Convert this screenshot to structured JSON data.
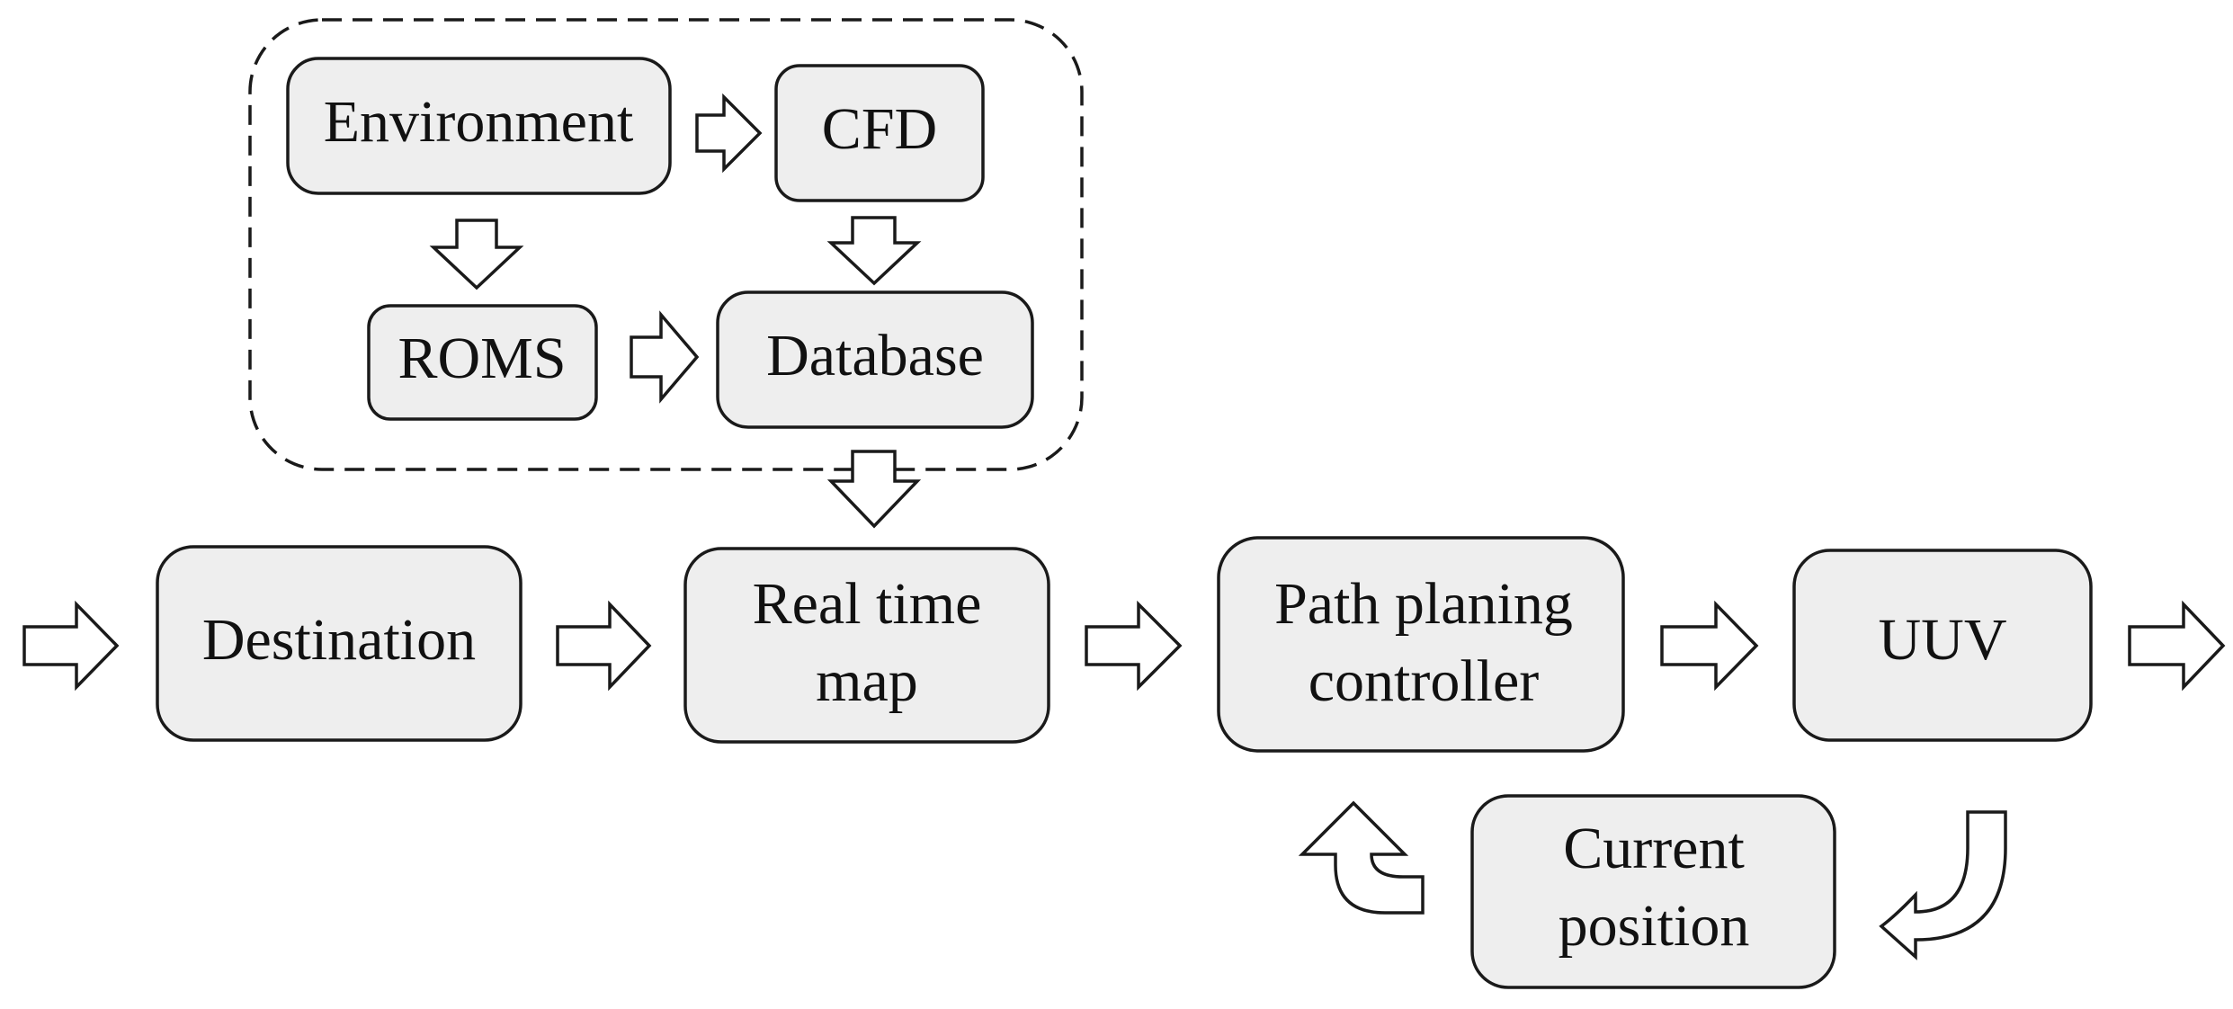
{
  "diagram": {
    "group": {
      "environment": "Environment",
      "cfd": "CFD",
      "roms": "ROMS",
      "database": "Database"
    },
    "flow": {
      "destination": "Destination",
      "real_time_map": [
        "Real time",
        "map"
      ],
      "path_planning_controller": [
        "Path planing",
        "controller"
      ],
      "uuv": "UUV",
      "current_position": [
        "Current",
        "position"
      ]
    }
  }
}
